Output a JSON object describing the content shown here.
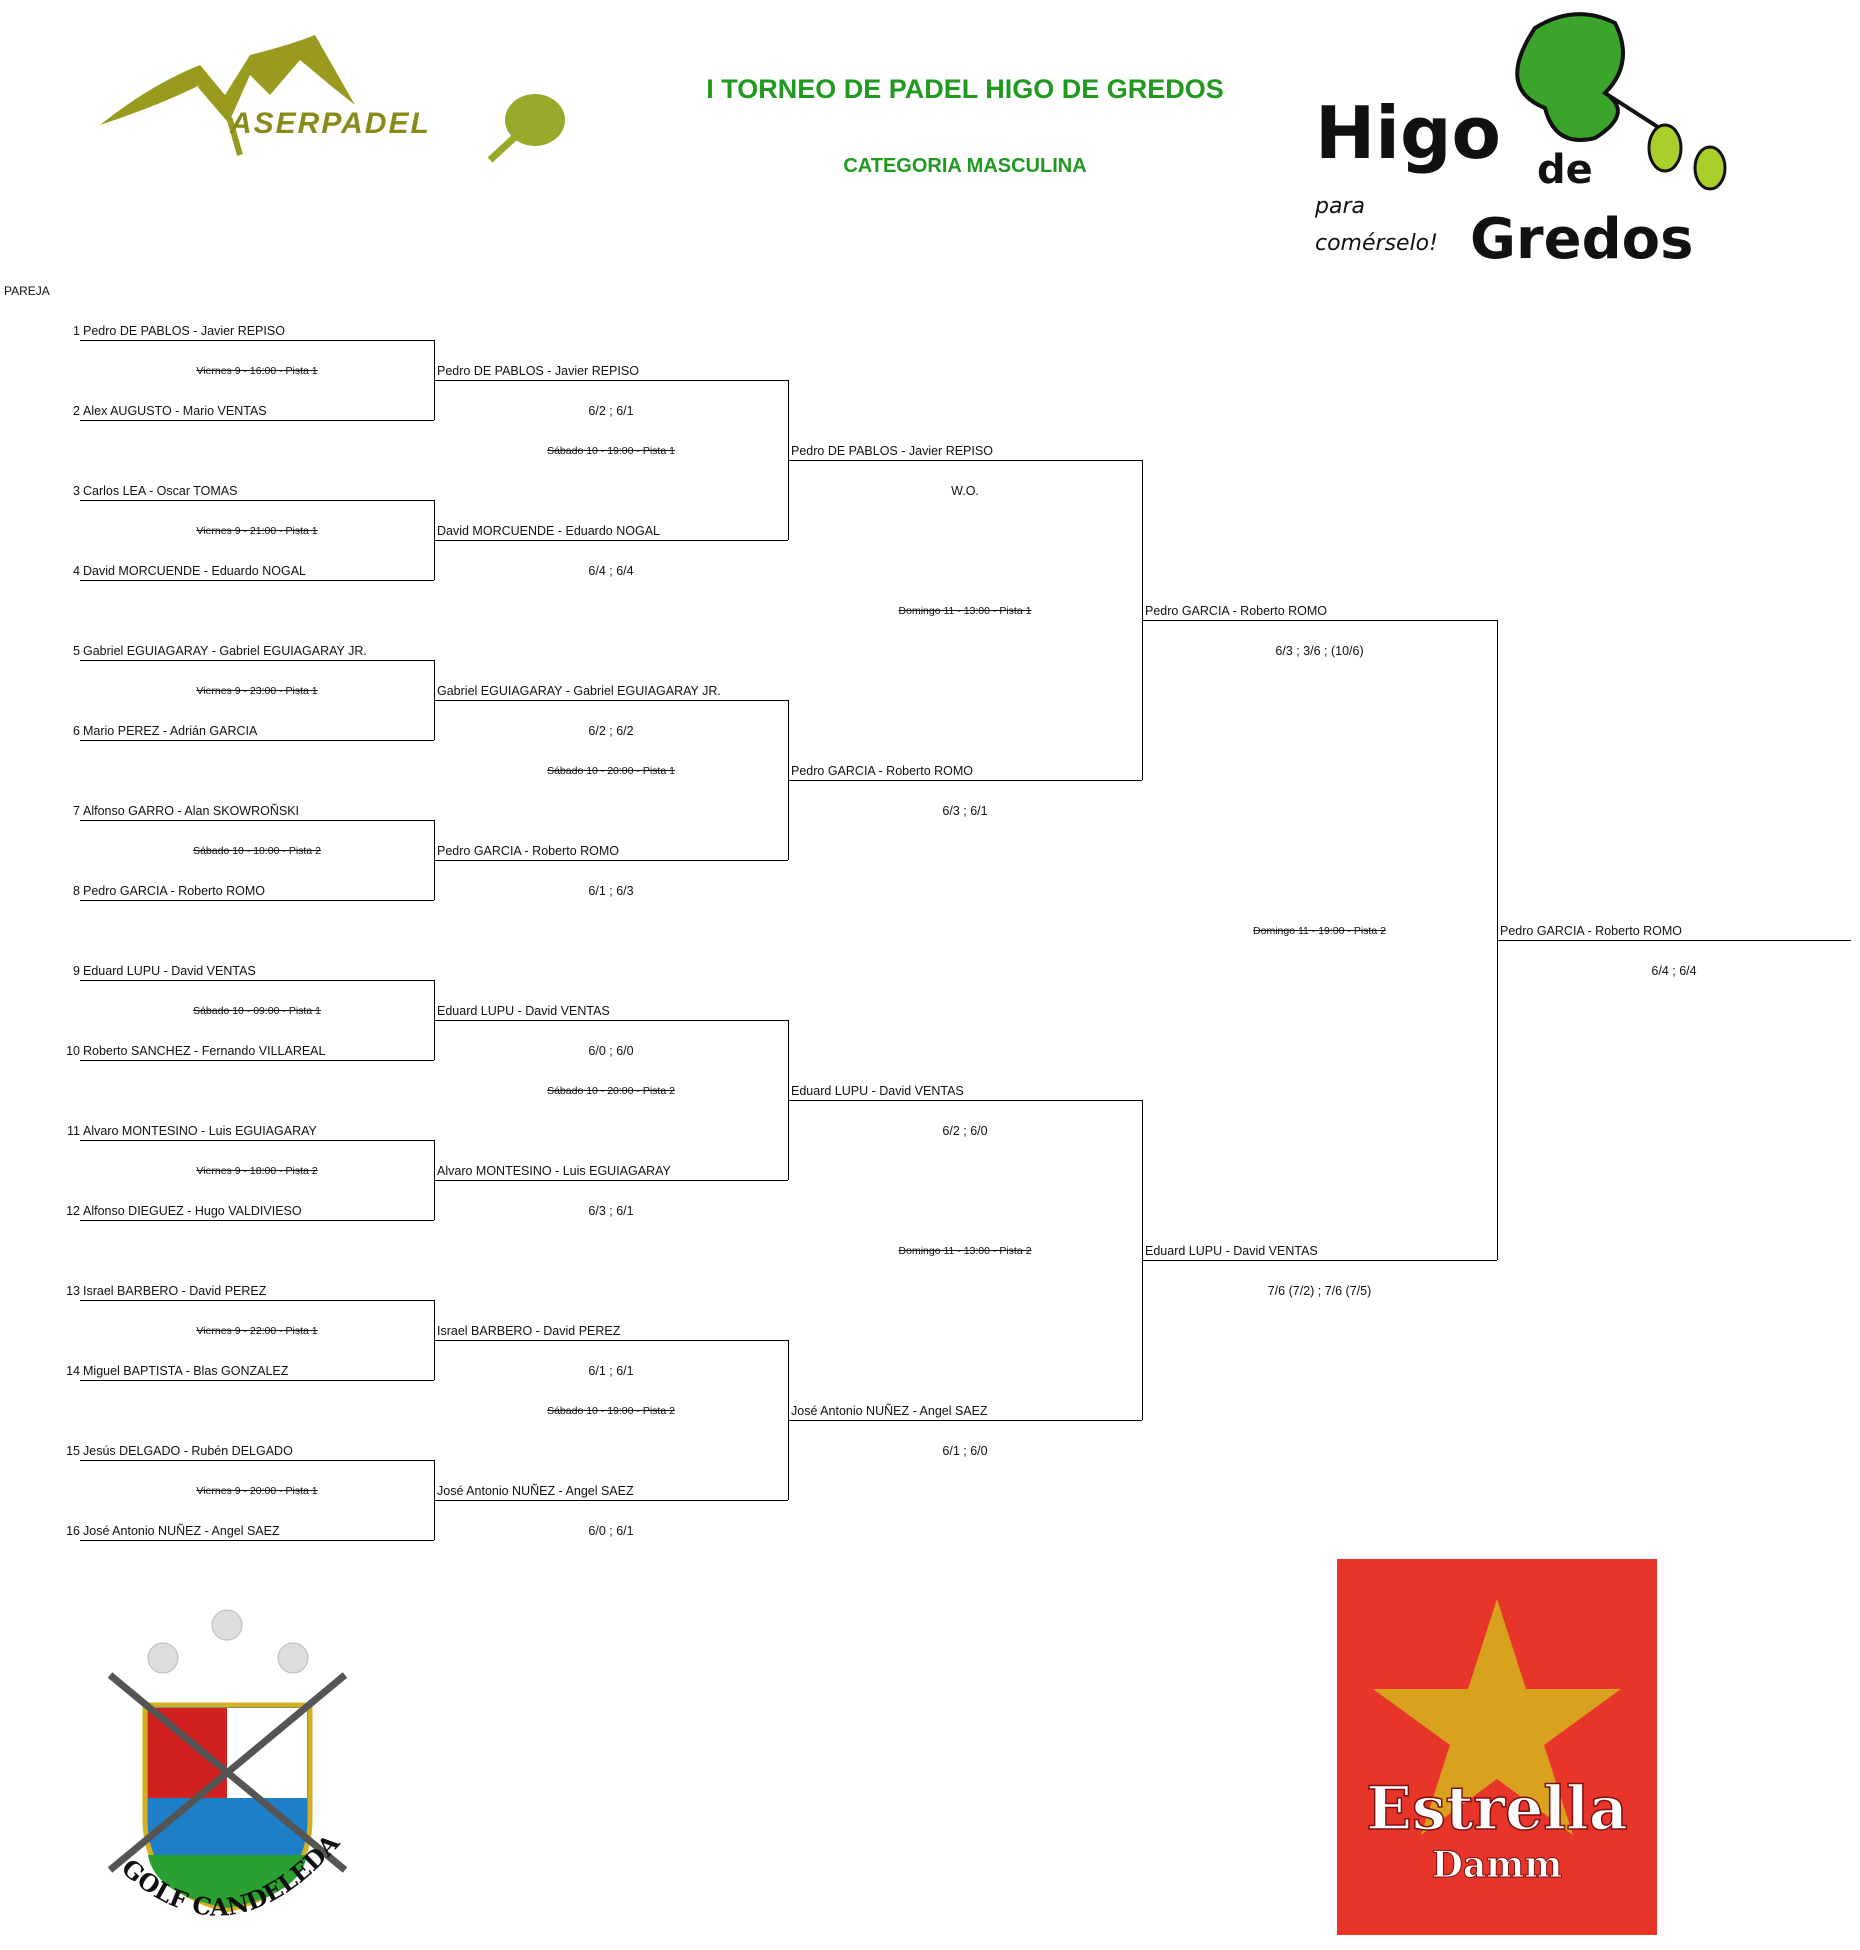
{
  "header": {
    "title": "I TORNEO DE PADEL HIGO DE GREDOS",
    "subtitle": "CATEGORIA MASCULINA",
    "column_label": "PAREJA"
  },
  "logos": {
    "aserpadel": "ASERPADEL",
    "higo_main": "Higo",
    "higo_de": "de",
    "higo_gredos": "Gredos",
    "higo_para": "para",
    "higo_tagline": "comérselo!",
    "golf": "GOLF CANDELEDA",
    "beer_main": "Estrella",
    "beer_sub": "Damm"
  },
  "colors": {
    "title_green": "#1f9a1f",
    "aserpadel_olive": "#9a9a1e",
    "higo_green": "#3aa52a",
    "estrella_red": "#e8352a",
    "estrella_gold": "#d9a21e"
  },
  "round1": {
    "entrants": [
      {
        "seed": "1",
        "name": "Pedro DE PABLOS - Javier REPISO"
      },
      {
        "seed": "2",
        "name": "Alex AUGUSTO - Mario VENTAS"
      },
      {
        "seed": "3",
        "name": "Carlos LEA - Oscar TOMAS"
      },
      {
        "seed": "4",
        "name": "David MORCUENDE - Eduardo NOGAL"
      },
      {
        "seed": "5",
        "name": "Gabriel EGUIAGARAY - Gabriel EGUIAGARAY JR."
      },
      {
        "seed": "6",
        "name": "Mario PEREZ - Adrián GARCIA"
      },
      {
        "seed": "7",
        "name": "Alfonso GARRO - Alan SKOWROÑSKI"
      },
      {
        "seed": "8",
        "name": "Pedro GARCIA - Roberto ROMO"
      },
      {
        "seed": "9",
        "name": "Eduard LUPU - David VENTAS"
      },
      {
        "seed": "10",
        "name": "Roberto SANCHEZ - Fernando VILLAREAL"
      },
      {
        "seed": "11",
        "name": "Alvaro MONTESINO - Luis EGUIAGARAY"
      },
      {
        "seed": "12",
        "name": "Alfonso DIEGUEZ - Hugo VALDIVIESO"
      },
      {
        "seed": "13",
        "name": "Israel BARBERO - David PEREZ"
      },
      {
        "seed": "14",
        "name": "Miguel BAPTISTA - Blas GONZALEZ"
      },
      {
        "seed": "15",
        "name": "Jesús DELGADO - Rubén DELGADO"
      },
      {
        "seed": "16",
        "name": "José Antonio NUÑEZ - Angel SAEZ"
      }
    ],
    "schedules": [
      "Viernes 9 - 16:00 - Pista 1",
      "Viernes 9 - 21:00 - Pista 1",
      "Viernes 9 - 23:00 - Pista 1",
      "Sábado 10 - 10:00 - Pista 2",
      "Sábado 10 - 09:00 - Pista 1",
      "Viernes 9 - 18:00 - Pista 2",
      "Viernes 9 - 22:00 - Pista 1",
      "Viernes 9 - 20:00 - Pista 1"
    ]
  },
  "round2": {
    "winners": [
      "Pedro DE PABLOS - Javier REPISO",
      "David MORCUENDE - Eduardo NOGAL",
      "Gabriel EGUIAGARAY - Gabriel EGUIAGARAY JR.",
      "Pedro GARCIA - Roberto ROMO",
      "Eduard LUPU - David VENTAS",
      "Alvaro MONTESINO - Luis EGUIAGARAY",
      "Israel BARBERO - David PEREZ",
      "José Antonio NUÑEZ - Angel SAEZ"
    ],
    "scores": [
      "6/2 ; 6/1",
      "6/4 ; 6/4",
      "6/2 ; 6/2",
      "6/1 ; 6/3",
      "6/0 ; 6/0",
      "6/3 ; 6/1",
      "6/1 ; 6/1",
      "6/0 ; 6/1"
    ],
    "schedules": [
      "Sábado 10 - 19:00 - Pista 1",
      "Sábado 10 - 20:00 - Pista 1",
      "Sábado 10 - 20:00 - Pista 2",
      "Sábado 10 - 19:00 - Pista 2"
    ]
  },
  "round3": {
    "winners": [
      "Pedro DE PABLOS - Javier REPISO",
      "Pedro GARCIA - Roberto ROMO",
      "Eduard LUPU - David VENTAS",
      "José Antonio NUÑEZ - Angel SAEZ"
    ],
    "scores": [
      "W.O.",
      "6/3 ; 6/1",
      "6/2 ; 6/0",
      "6/1 ; 6/0"
    ],
    "schedules": [
      "Domingo 11 - 13:00 - Pista 1",
      "Domingo 11 - 13:00 - Pista 2"
    ]
  },
  "round4": {
    "winners": [
      "Pedro GARCIA - Roberto ROMO",
      "Eduard LUPU - David VENTAS"
    ],
    "scores": [
      "6/3 ; 3/6 ; (10/6)",
      "7/6 (7/2) ; 7/6 (7/5)"
    ],
    "schedules": [
      "Domingo 11 - 19:00 - Pista 2"
    ]
  },
  "champion": {
    "name": "Pedro GARCIA - Roberto ROMO",
    "score": "6/4 ; 6/4"
  }
}
